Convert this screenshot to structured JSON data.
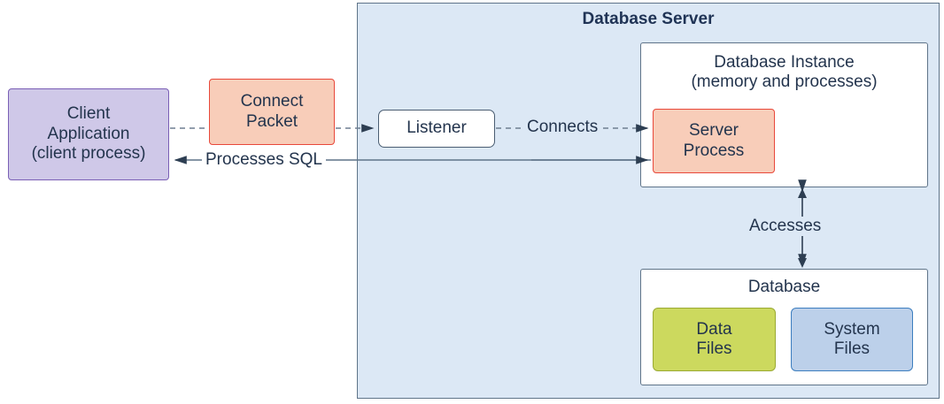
{
  "diagram": {
    "title": "Database Server",
    "nodes": {
      "client_application": "Client\nApplication\n(client process)",
      "connect_packet": "Connect\nPacket",
      "listener": "Listener",
      "database_instance": "Database Instance\n(memory and processes)",
      "server_process": "Server\nProcess",
      "database": "Database",
      "data_files": "Data\nFiles",
      "system_files": "System\nFiles"
    },
    "edges": {
      "connects": "Connects",
      "processes_sql": "Processes SQL",
      "accesses": "Accesses"
    },
    "colors": {
      "server_container_fill": "#dce8f5",
      "server_container_border": "#5f7489",
      "client_fill": "#cfc8e8",
      "client_border": "#7a5fb5",
      "packet_fill": "#f8cdb9",
      "packet_border": "#e8483a",
      "listener_fill": "#ffffff",
      "listener_border": "#4a5d72",
      "panel_fill": "#ffffff",
      "panel_border": "#5f7489",
      "data_files_fill": "#ccd95e",
      "data_files_border": "#9aaa33",
      "system_files_fill": "#bcd0ea",
      "system_files_border": "#3d7ebf",
      "text": "#23344d",
      "connector": "#4a5d72"
    }
  }
}
